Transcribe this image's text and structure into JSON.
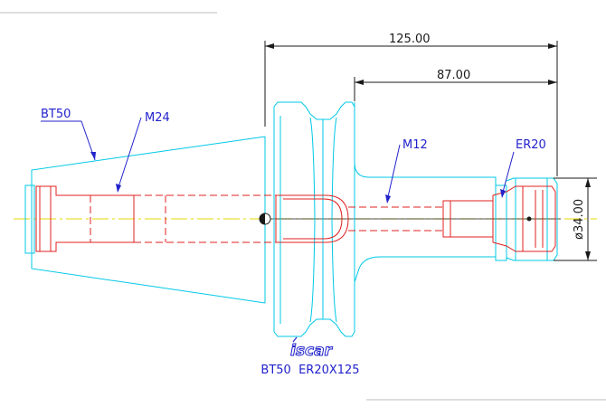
{
  "drawing": {
    "dimensions": {
      "overall_length": "125.00",
      "gauge_length": "87.00",
      "diameter": "ø34.00"
    },
    "callouts": {
      "taper": "BT50",
      "drawbar_thread": "M24",
      "stop_screw_thread": "M12",
      "collet": "ER20"
    },
    "logo": "iscar",
    "part_number": "BT50  ER20X125",
    "colors": {
      "body_outline": "#00c8e6",
      "internal_features": "#e02020",
      "callouts": "#2222cc",
      "centerline": "#e6d800",
      "dimensions": "#1a1a1a"
    }
  }
}
